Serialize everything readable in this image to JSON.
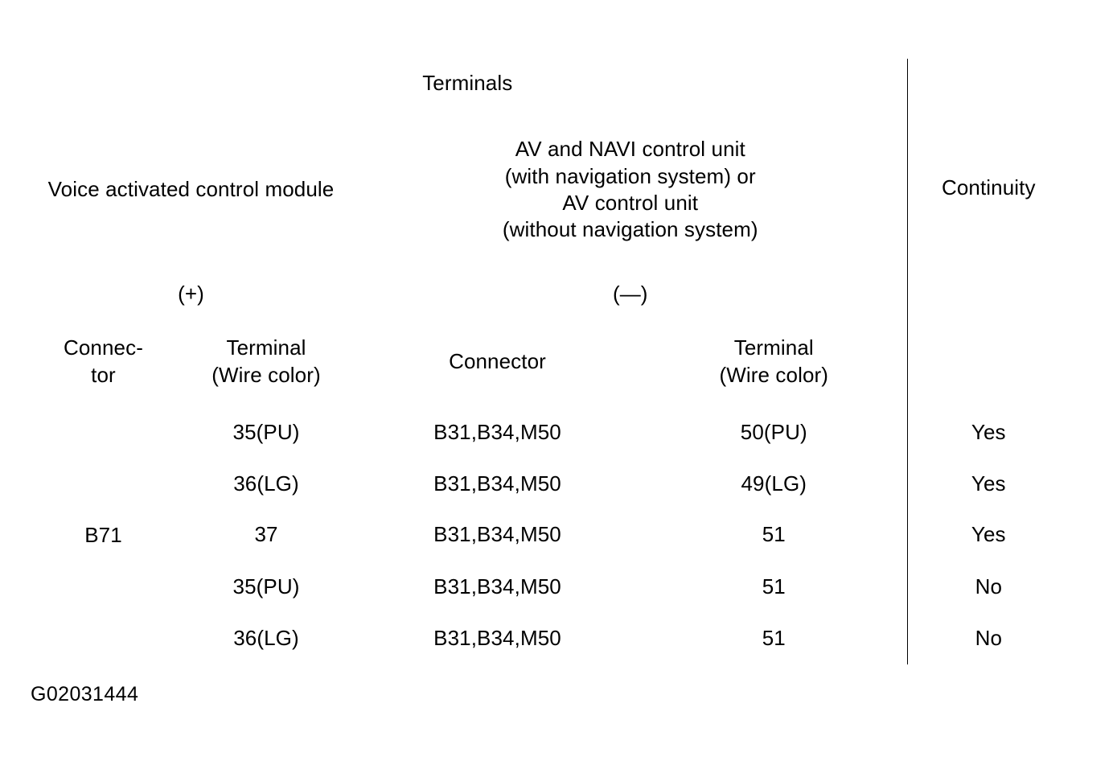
{
  "document": {
    "type": "wiring-continuity-check-table",
    "caption": "G02031444"
  },
  "table": {
    "group_header": "Terminals",
    "continuity_header": "Continuity",
    "source_header": "Voice activated control module",
    "target_header": "AV and NAVI control unit\n(with navigation system) or\nAV control unit\n(without navigation system)",
    "target_header_lines": [
      "AV and NAVI control unit",
      "(with navigation system) or",
      "AV control unit",
      "(without navigation system)"
    ],
    "polarity": {
      "positive": "(+)",
      "negative": "(—)"
    },
    "columns": {
      "source_connector": "Connec-\ntor",
      "source_connector_line1": "Connec-",
      "source_connector_line2": "tor",
      "source_terminal": "Terminal\n(Wire color)",
      "source_terminal_line1": "Terminal",
      "source_terminal_line2": "(Wire color)",
      "target_connector": "Connector",
      "target_terminal": "Terminal\n(Wire color)",
      "target_terminal_line1": "Terminal",
      "target_terminal_line2": "(Wire color)"
    },
    "merged_source_connector": "B71",
    "rows": [
      {
        "source_terminal": "35(PU)",
        "target_connector": "B31,B34,M50",
        "target_terminal": "50(PU)",
        "continuity": "Yes"
      },
      {
        "source_terminal": "36(LG)",
        "target_connector": "B31,B34,M50",
        "target_terminal": "49(LG)",
        "continuity": "Yes"
      },
      {
        "source_terminal": "37",
        "target_connector": "B31,B34,M50",
        "target_terminal": "51",
        "continuity": "Yes"
      },
      {
        "source_terminal": "35(PU)",
        "target_connector": "B31,B34,M50",
        "target_terminal": "51",
        "continuity": "No"
      },
      {
        "source_terminal": "36(LG)",
        "target_connector": "B31,B34,M50",
        "target_terminal": "51",
        "continuity": "No"
      }
    ]
  }
}
